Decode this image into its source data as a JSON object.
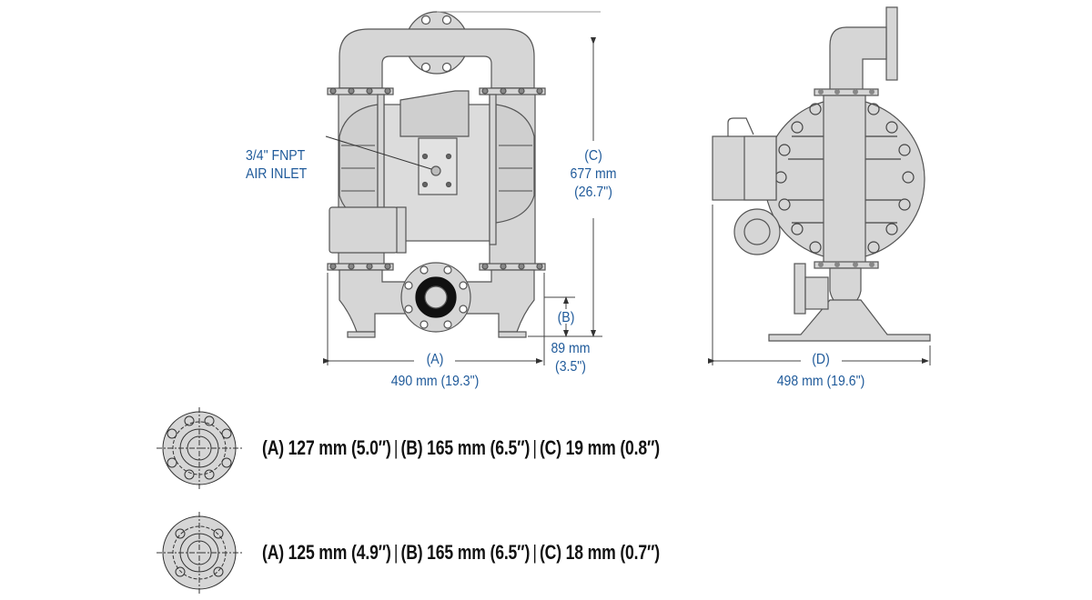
{
  "front_view": {
    "air_inlet_label_line1": "3/4\" FNPT",
    "air_inlet_label_line2": "AIR INLET",
    "dim_a": {
      "letter": "(A)",
      "value": "490 mm (19.3\")"
    },
    "dim_b": {
      "letter": "(B)",
      "value_mm": "89 mm",
      "value_in": "(3.5\")"
    },
    "dim_c": {
      "letter": "(C)",
      "value_mm": "677 mm",
      "value_in": "(26.7\")"
    }
  },
  "side_view": {
    "dim_d": {
      "letter": "(D)",
      "value": "498 mm (19.6\")"
    }
  },
  "flange_specs": [
    {
      "icon": "flange-8-bolt-icon",
      "a": "(A) 127 mm (5.0″)",
      "b": "(B) 165 mm (6.5″)",
      "c": "(C) 19 mm (0.8″)",
      "separator": "|"
    },
    {
      "icon": "flange-4-bolt-icon",
      "a": "(A) 125 mm (4.9″)",
      "b": "(B) 165 mm (6.5″)",
      "c": "(C) 18 mm (0.7″)",
      "separator": "|"
    }
  ],
  "colors": {
    "label": "#1f5a9a",
    "metal": "#d6d6d6",
    "outline": "#555555",
    "dimension_line": "#444444"
  }
}
